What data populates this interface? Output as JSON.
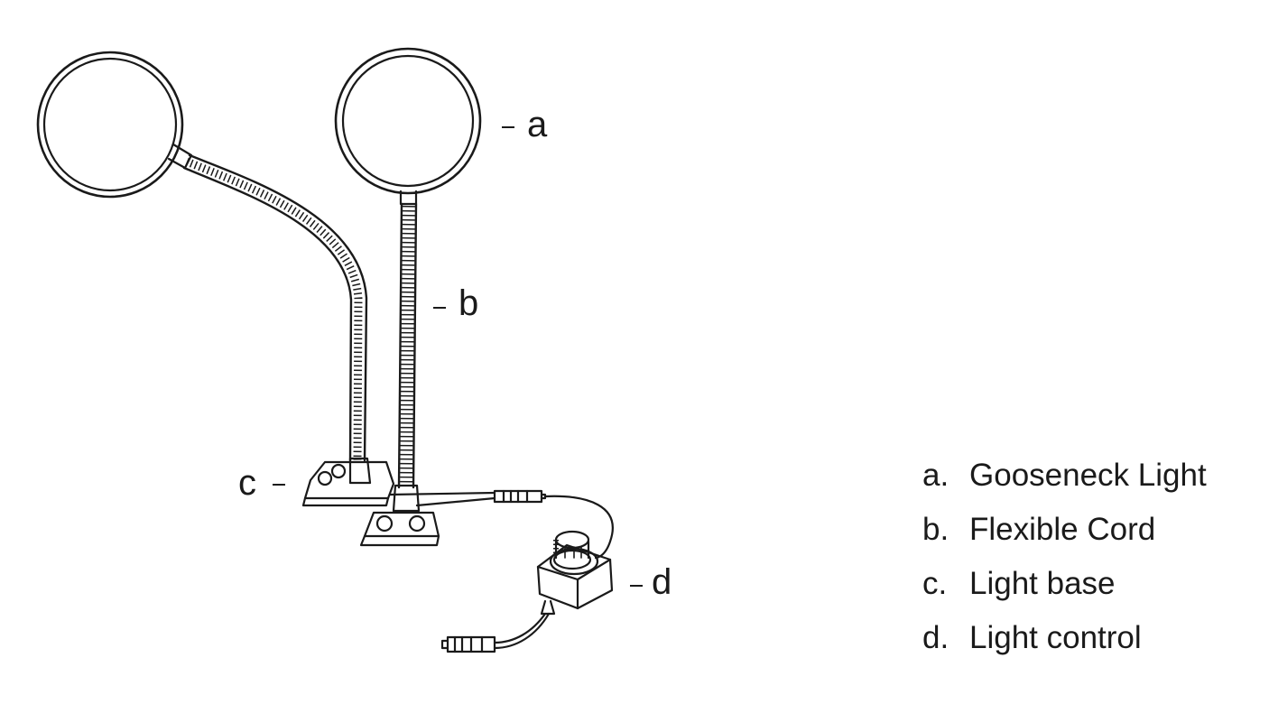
{
  "callouts": {
    "a": "a",
    "b": "b",
    "c": "c",
    "d": "d"
  },
  "legend": [
    {
      "letter": "a.",
      "label": "Gooseneck Light"
    },
    {
      "letter": "b.",
      "label": "Flexible Cord"
    },
    {
      "letter": "c.",
      "label": "Light base"
    },
    {
      "letter": "d.",
      "label": "Light control"
    }
  ],
  "colors": {
    "line": "#1a1a1a",
    "background": "#ffffff"
  }
}
